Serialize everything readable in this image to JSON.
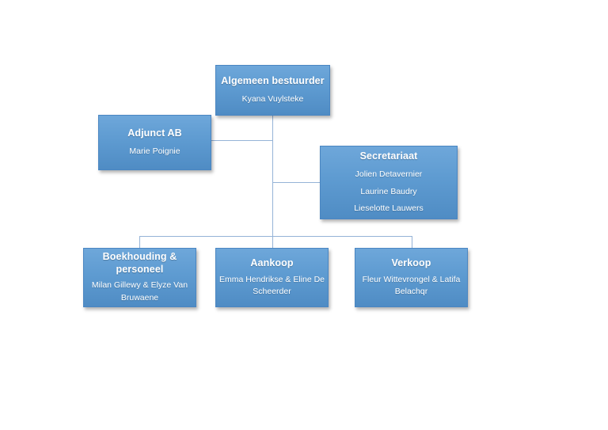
{
  "document": {
    "type": "organizational-chart",
    "language": "nl",
    "background_color": "#ffffff",
    "box_fill_top": "#6ea7da",
    "box_fill_bottom": "#4f8cc4",
    "box_text_color": "#ffffff",
    "connector_color": "#95b3d7"
  },
  "nodes": {
    "ceo": {
      "title": "Algemeen bestuurder",
      "people": [
        "Kyana Vuylsteke"
      ]
    },
    "deputy": {
      "title": "Adjunct AB",
      "people": [
        "Marie Poignie"
      ]
    },
    "secretariat": {
      "title": "Secretariaat",
      "people": [
        "Jolien Detavernier",
        "Laurine Baudry",
        "Lieselotte Lauwers"
      ]
    },
    "accounting": {
      "title": "Boekhouding & personeel",
      "people": [
        "Milan Gillewy & Elyze Van Bruwaene"
      ]
    },
    "purchasing": {
      "title": "Aankoop",
      "people": [
        "Emma Hendrikse & Eline De Scheerder"
      ]
    },
    "sales": {
      "title": "Verkoop",
      "people": [
        "Fleur Wittevrongel & Latifa Belachqr"
      ]
    }
  }
}
